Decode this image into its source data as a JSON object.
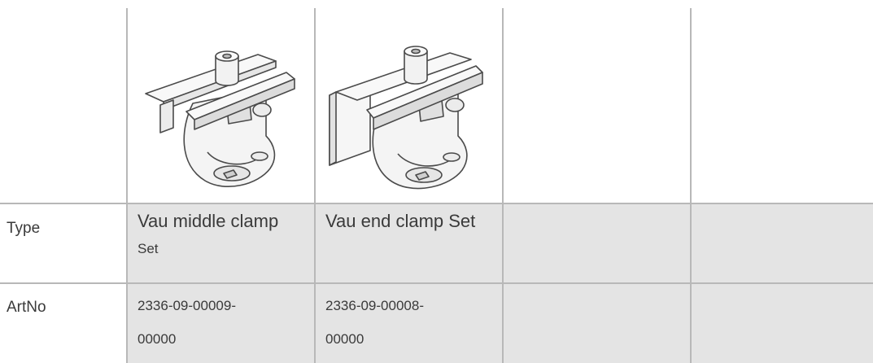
{
  "rows": {
    "type": {
      "label": "Type",
      "values": [
        {
          "line1": "Vau middle clamp",
          "line2": "Set"
        },
        {
          "line1": "Vau end clamp Set",
          "line2": ""
        },
        {
          "line1": "",
          "line2": ""
        },
        {
          "line1": "",
          "line2": ""
        }
      ]
    },
    "artno": {
      "label": "ArtNo",
      "values": [
        {
          "line1": "2336-09-00009-",
          "line2": "00000"
        },
        {
          "line1": "2336-09-00008-",
          "line2": "00000"
        },
        {
          "line1": "",
          "line2": ""
        },
        {
          "line1": "",
          "line2": ""
        }
      ]
    }
  },
  "images": [
    {
      "icon": "vau-middle-clamp-illustration"
    },
    {
      "icon": "vau-end-clamp-illustration"
    }
  ]
}
